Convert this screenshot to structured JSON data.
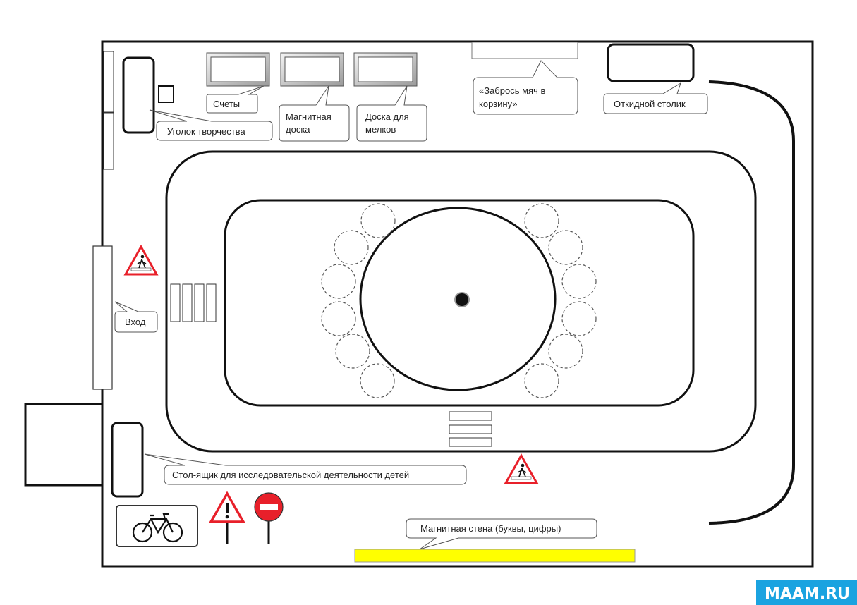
{
  "labels": {
    "schety": "Счеты",
    "magnit_doska_1": "Магнитная",
    "magnit_doska_2": "доска",
    "doska_melkov_1": "Доска для",
    "doska_melkov_2": "мелков",
    "zabros_1": "«Забрось мяч в",
    "zabros_2": "корзину»",
    "otkidnoy": "Откидной столик",
    "ugolok": "Уголок творчества",
    "vhod": "Вход",
    "stol_yashik": "Стол-ящик для исследовательской деятельности детей",
    "magnit_stena": "Магнитная стена (буквы, цифры)"
  },
  "brand": "MAAM.RU",
  "colors": {
    "wall_yellow": "#ffff00",
    "brand_blue": "#1aa3e0",
    "sign_red": "#e8202a"
  },
  "icons": [
    "pedestrian-crossing-sign-icon",
    "bicycle-sign-icon",
    "warning-sign-icon",
    "no-entry-sign-icon"
  ]
}
